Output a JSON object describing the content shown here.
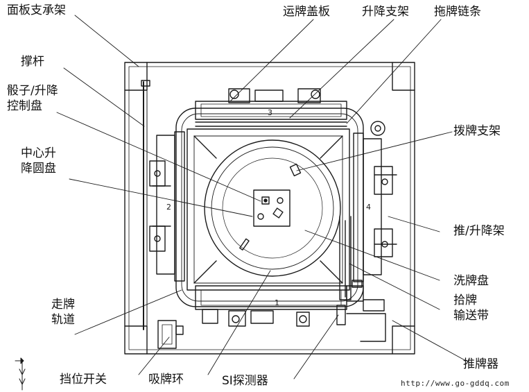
{
  "labels": {
    "panel_support": "面板支承架",
    "card_cover": "运牌盖板",
    "lift_frame": "升降支架",
    "drag_chain": "拖牌链条",
    "strut": "撑杆",
    "dice_lift_disc": "骰子/升降\n控制盘",
    "pick_frame": "拨牌支架",
    "center_lift_disc": "中心升\n降圆盘",
    "push_lift_frame": "推/升降架",
    "shuffle_disc": "洗牌盘",
    "pickup_belt": "拾牌\n输送带",
    "track": "走牌\n轨道",
    "stop_switch": "挡位开关",
    "suction_ring": "吸牌环",
    "si_detector": "SI探测器",
    "pusher": "推牌器"
  },
  "side_numbers": {
    "n1": "1",
    "n2": "2",
    "n3": "3",
    "n4": "4"
  },
  "watermark": "http://www.go-gddq.com",
  "colors": {
    "ink": "#1a1a1a",
    "background": "#ffffff"
  }
}
